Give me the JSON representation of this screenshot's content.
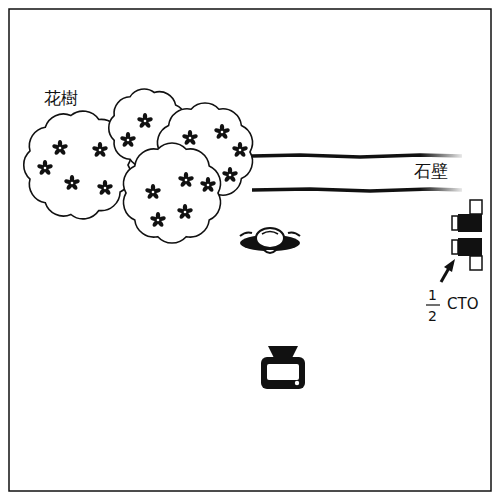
{
  "diagram": {
    "labels": [
      "花樹",
      "石壁",
      "1",
      "2",
      "CTO"
    ]
  }
}
